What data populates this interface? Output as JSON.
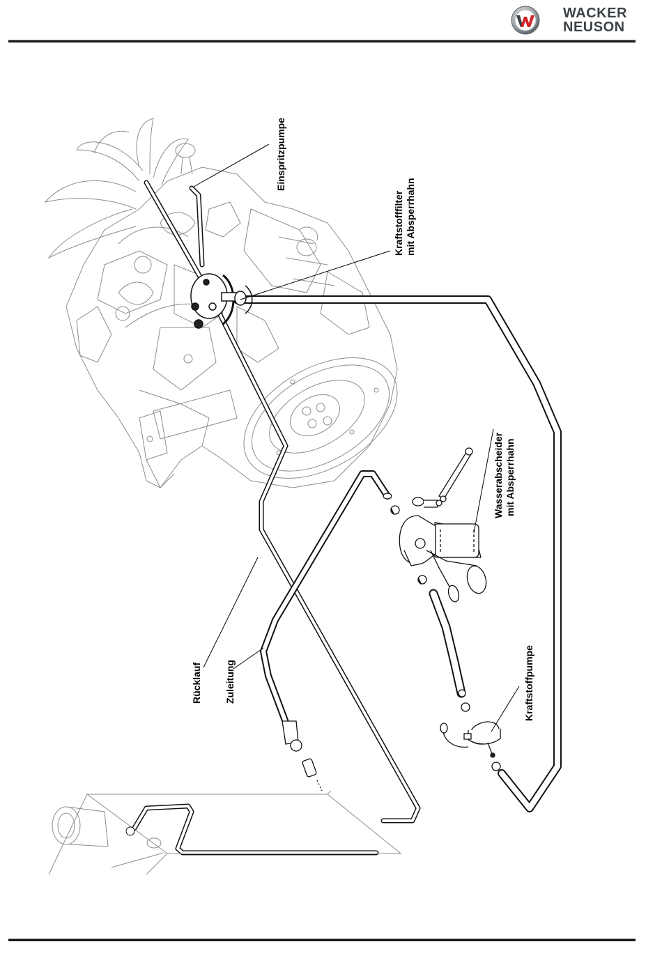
{
  "header": {
    "brand": {
      "line1": "WACKER",
      "line2": "NEUSON",
      "emblem_letter": "W",
      "colors": {
        "emblem_red": "#d2232a",
        "emblem_ring": "#6b7278",
        "wordmark": "#3b4247"
      }
    }
  },
  "diagram": {
    "subject": "Fuel system plumbing on engine",
    "callouts": [
      {
        "id": "einspritzpumpe",
        "lines": [
          "Einspritzpumpe"
        ]
      },
      {
        "id": "kraftstofffilter",
        "lines": [
          "Kraftstofffilter",
          "mit Absperrhahn"
        ]
      },
      {
        "id": "wasserabscheider",
        "lines": [
          "Wasserabscheider",
          "mit Absperrhahn"
        ]
      },
      {
        "id": "kraftstoffpumpe",
        "lines": [
          "Kraftstoffpumpe"
        ]
      },
      {
        "id": "ruecklauf",
        "lines": [
          "Rücklauf"
        ]
      },
      {
        "id": "zuleitung",
        "lines": [
          "Zuleitung"
        ]
      }
    ]
  }
}
